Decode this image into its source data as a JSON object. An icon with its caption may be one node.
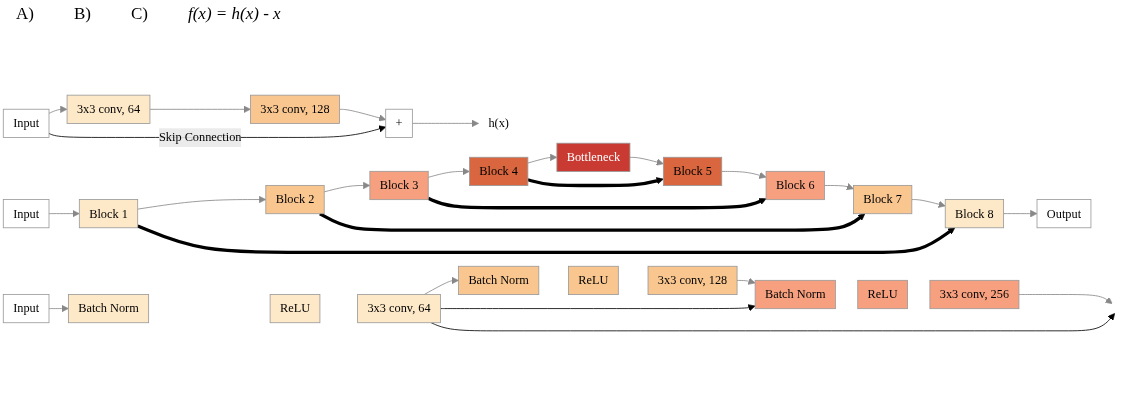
{
  "diagram": {
    "nodes": [
      {
        "text": [
          "Input"
        ]
      },
      {
        "text": [
          "3x3 conv, 64"
        ]
      },
      {
        "text": [
          "3x3 conv, 128"
        ]
      },
      {
        "text": [
          "+"
        ]
      },
      {
        "text": [
          "h(x)"
        ]
      },
      {
        "text": [
          "Input"
        ]
      },
      {
        "text": [
          "Batch Norm"
        ]
      },
      {
        "text": [
          "ReLU"
        ]
      },
      {
        "text": [
          "3x3 conv, 64"
        ]
      },
      {
        "text": [
          "Batch Norm"
        ]
      },
      {
        "text": [
          "ReLU"
        ]
      },
      {
        "text": [
          "3x3 conv, 128"
        ]
      },
      {
        "text": [
          "Batch Norm"
        ]
      },
      {
        "text": [
          "ReLU"
        ]
      },
      {
        "text": [
          "3x3 conv, 256"
        ]
      },
      {
        "text": [
          "Input"
        ]
      },
      {
        "text": [
          "Output"
        ]
      },
      {
        "text": [
          "Block 1"
        ]
      },
      {
        "text": [
          "Block 8"
        ]
      },
      {
        "text": [
          "Block 2"
        ]
      },
      {
        "text": [
          "Block 7"
        ]
      },
      {
        "text": [
          "Block 3"
        ]
      },
      {
        "text": [
          "Block 6"
        ]
      },
      {
        "text": [
          "Block 4"
        ]
      },
      {
        "text": [
          "Block 5"
        ]
      },
      {
        "text": [
          "Bottleneck"
        ]
      }
    ],
    "edges": [
      {
        "from": 0,
        "to": 1,
        "arrow": "to"
      },
      {
        "from": 1,
        "to": 2,
        "arrow": "to"
      },
      {
        "from": 2,
        "to": 3,
        "arrow": "to"
      },
      {
        "from": 0,
        "to": 3,
        "arrow": "to",
        "label": "Skip Connection",
        "color": "#000000"
      },
      {
        "from": 3,
        "to": 4,
        "arrow": "to"
      },
      {
        "from": 5,
        "to": 6,
        "arrow": "to"
      },
      {
        "from": 8,
        "to": 9,
        "arrow": "to"
      },
      {
        "from": 11,
        "to": 12,
        "arrow": "to"
      },
      {
        "from": 14,
        "to": null,
        "arrow": "to"
      },
      {
        "from": 8,
        "to": 12,
        "arrow": "to",
        "color": "#000000"
      },
      {
        "from": 8,
        "to": null,
        "arrow": "to",
        "color": "#000000"
      },
      {
        "from": 15,
        "to": 17,
        "arrow": "to"
      },
      {
        "from": 17,
        "to": 19,
        "arrow": "to"
      },
      {
        "from": 19,
        "to": 21,
        "arrow": "to"
      },
      {
        "from": 21,
        "to": 23,
        "arrow": "to"
      },
      {
        "from": 23,
        "to": 25,
        "arrow": "to"
      },
      {
        "from": 25,
        "to": 24,
        "arrow": "to"
      },
      {
        "from": 24,
        "to": 22,
        "arrow": "to"
      },
      {
        "from": 22,
        "to": 20,
        "arrow": "to"
      },
      {
        "from": 20,
        "to": 18,
        "arrow": "to"
      },
      {
        "from": 18,
        "to": 16,
        "arrow": "to"
      },
      {
        "from": 17,
        "to": 18,
        "arrow": "to",
        "style": "thick",
        "color": "#000000"
      },
      {
        "from": 19,
        "to": 20,
        "arrow": "to",
        "style": "thick",
        "color": "#000000"
      },
      {
        "from": 21,
        "to": 22,
        "arrow": "to",
        "style": "thick",
        "color": "#000000"
      },
      {
        "from": 23,
        "to": 24,
        "arrow": "to",
        "style": "thick",
        "color": "#000000"
      }
    ],
    "labels": [
      "A)",
      "B)",
      "C)",
      "f(x) = h(x) - x"
    ]
  }
}
